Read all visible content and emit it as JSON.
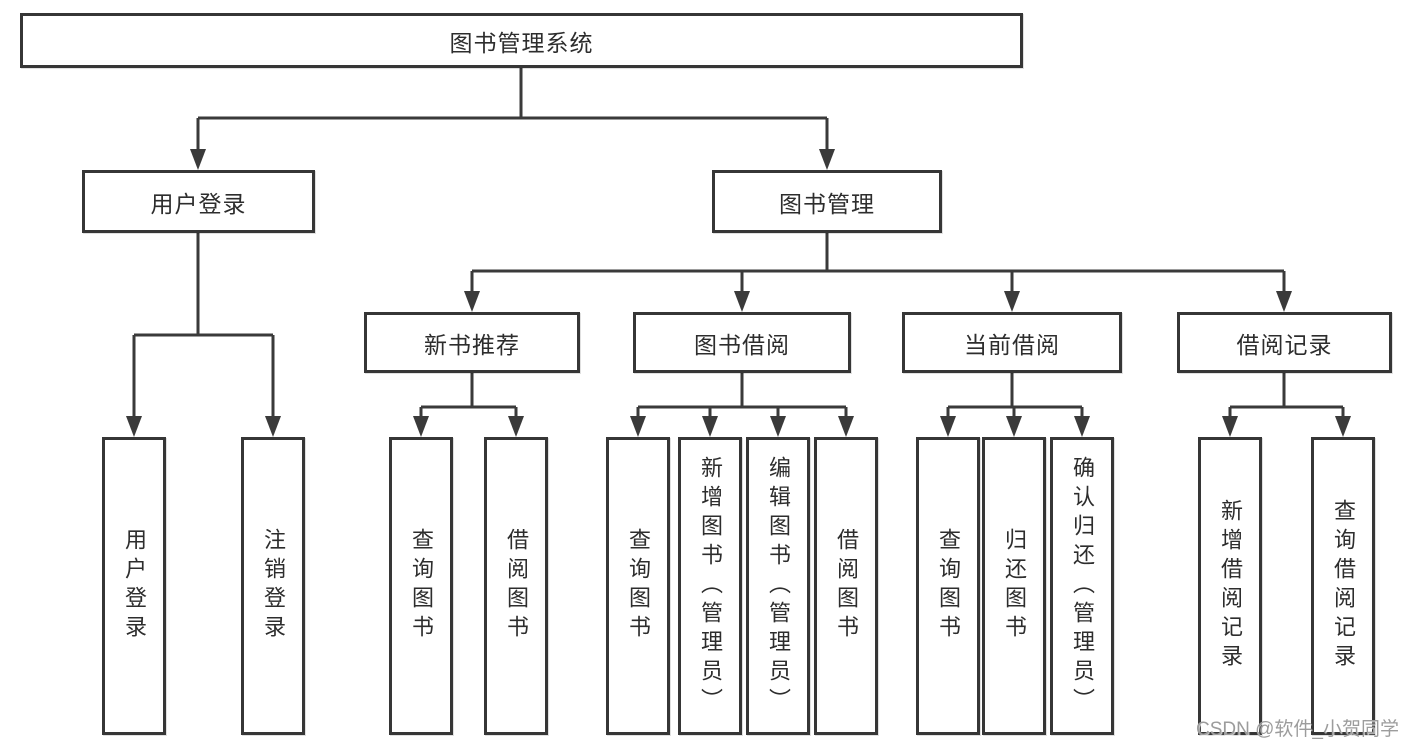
{
  "tree": {
    "root": {
      "label": "图书管理系统"
    },
    "level2": [
      {
        "label": "用户登录",
        "children": [
          {
            "label": "用户登录"
          },
          {
            "label": "注销登录"
          }
        ]
      },
      {
        "label": "图书管理",
        "children": [
          {
            "label": "新书推荐",
            "children": [
              {
                "label": "查询图书"
              },
              {
                "label": "借阅图书"
              }
            ]
          },
          {
            "label": "图书借阅",
            "children": [
              {
                "label": "查询图书"
              },
              {
                "label": "新增图书（管理员）"
              },
              {
                "label": "编辑图书（管理员）"
              },
              {
                "label": "借阅图书"
              }
            ]
          },
          {
            "label": "当前借阅",
            "children": [
              {
                "label": "查询图书"
              },
              {
                "label": "归还图书"
              },
              {
                "label": "确认归还（管理员）"
              }
            ]
          },
          {
            "label": "借阅记录",
            "children": [
              {
                "label": "新增借阅记录"
              },
              {
                "label": "查询借阅记录"
              }
            ]
          }
        ]
      }
    ]
  },
  "watermark": {
    "text": "CSDN @软件_小贺同学"
  },
  "colors": {
    "line": "#3a3a3a",
    "box_border": "#363636",
    "text": "#2d2d2d",
    "watermark_text": "#9c9c9c",
    "background": "#ffffff"
  }
}
